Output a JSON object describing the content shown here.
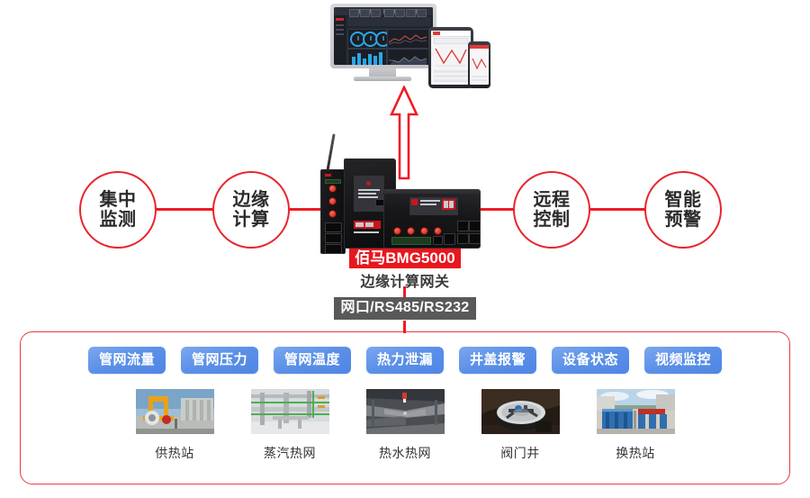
{
  "flow": {
    "nodes": [
      {
        "line1": "集中",
        "line2": "监测",
        "name": "centralized-monitoring"
      },
      {
        "line1": "边缘",
        "line2": "计算",
        "name": "edge-computing"
      },
      {
        "line1": "远程",
        "line2": "控制",
        "name": "remote-control"
      },
      {
        "line1": "智能",
        "line2": "预警",
        "name": "intelligent-alert"
      }
    ]
  },
  "device": {
    "model_label": "佰马BMG5000",
    "type_label": "边缘计算网关",
    "interface_label": "网口/RS485/RS232"
  },
  "panel": {
    "tags": [
      "管网流量",
      "管网压力",
      "管网温度",
      "热力泄漏",
      "井盖报警",
      "设备状态",
      "视频监控"
    ],
    "thumbs": [
      {
        "caption": "供热站",
        "name": "heating-station"
      },
      {
        "caption": "蒸汽热网",
        "name": "steam-heat-network"
      },
      {
        "caption": "热水热网",
        "name": "hot-water-heat-network"
      },
      {
        "caption": "阀门井",
        "name": "valve-well"
      },
      {
        "caption": "换热站",
        "name": "heat-exchange-station"
      }
    ]
  },
  "colors": {
    "accent_red": "#ee1c24",
    "tag_blue": "#5b90e8",
    "label_red": "#e8161e",
    "interface_gray": "#595959"
  }
}
